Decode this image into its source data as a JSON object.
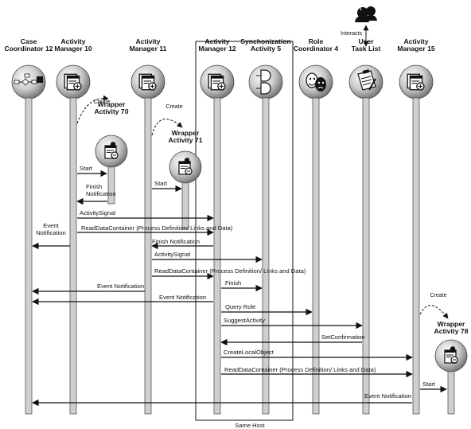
{
  "diagram": {
    "participants": [
      {
        "id": "cc12",
        "name": [
          "Case",
          "Coordinator 12"
        ],
        "icon": "case-coordinator-icon"
      },
      {
        "id": "am10",
        "name": [
          "Activity",
          "Manager 10"
        ],
        "icon": "activity-manager-icon"
      },
      {
        "id": "am11",
        "name": [
          "Activity",
          "Manager 11"
        ],
        "icon": "activity-manager-icon"
      },
      {
        "id": "am12",
        "name": [
          "Activity",
          "Manager 12"
        ],
        "icon": "activity-manager-icon"
      },
      {
        "id": "sync5",
        "name": [
          "Synchonization",
          "Activity 5"
        ],
        "icon": "synchronization-icon"
      },
      {
        "id": "rc4",
        "name": [
          "Role",
          "Coordinator 4"
        ],
        "icon": "role-masks-icon"
      },
      {
        "id": "utl",
        "name": [
          "User",
          "Task List"
        ],
        "icon": "clipboard-icon"
      },
      {
        "id": "am15",
        "name": [
          "Activity",
          "Manager 15"
        ],
        "icon": "activity-manager-icon"
      }
    ],
    "user": {
      "icon": "user-silhouette-icon",
      "interacts_label": "Interacts"
    },
    "wrappers": [
      {
        "id": "wa70",
        "name": [
          "Wrapper",
          "Activity 70"
        ],
        "create_label": "Create"
      },
      {
        "id": "wa71",
        "name": [
          "Wrapper",
          "Activity 71"
        ],
        "create_label": "Create"
      },
      {
        "id": "wa78",
        "name": [
          "Wrapper",
          "Activity 78"
        ],
        "create_label": "Create"
      }
    ],
    "messages": [
      "Start",
      "Finish\nNotification",
      "Start",
      "ActivitySignal",
      "Event\nNotification",
      "ReadDataContainer (Process Definition/ Links and Data)",
      "Finish Notification",
      "ActivitySignal",
      "ReadDataContainer (Process Definition/ Links and Data)",
      "Finish",
      "Event Notification",
      "Event Notification",
      "Query Role",
      "SuggestActivity",
      "SetConfirmation",
      "CreateLocalObject",
      "ReadDataContainer (Process Definition/ Links and Data)",
      "Start",
      "Event Notification"
    ],
    "host_box_label": "Same Host"
  }
}
